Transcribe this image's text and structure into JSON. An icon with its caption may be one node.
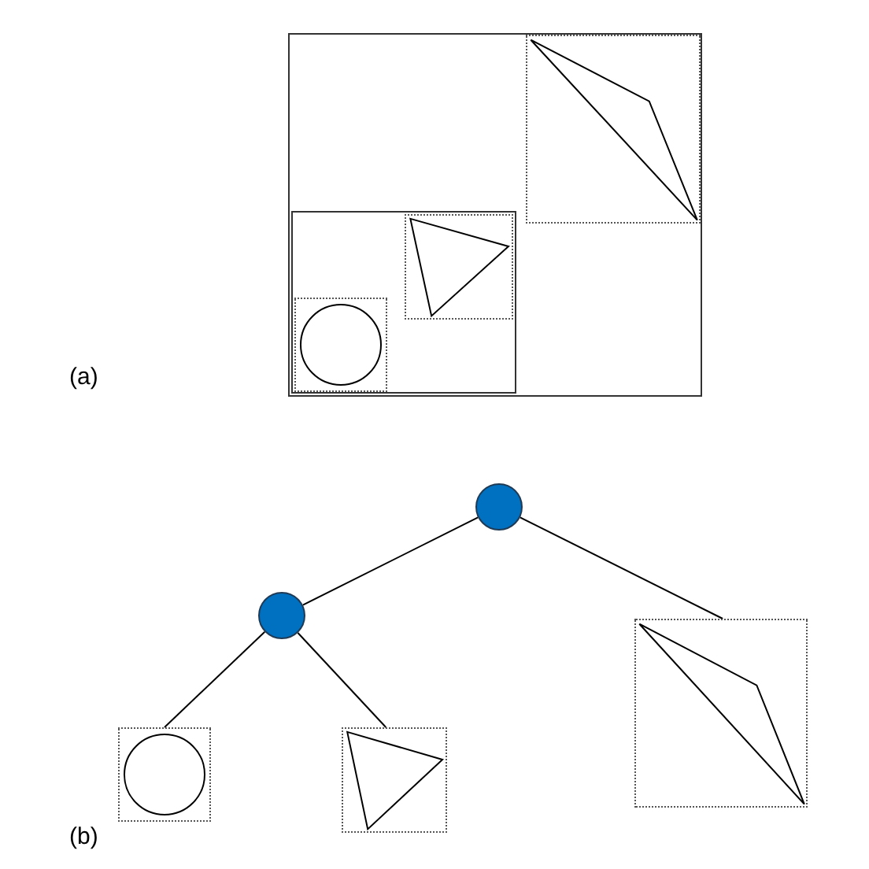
{
  "diagram": {
    "nodes": [
      {
        "text": [],
        "shape": "box"
      },
      {
        "text": [],
        "shape": "box",
        "in": 0
      },
      {
        "text": [],
        "shape": "box",
        "in": 0
      },
      {
        "text": [],
        "shape": "box",
        "in": 2
      },
      {
        "text": [],
        "shape": "box",
        "in": 2
      },
      {
        "text": [],
        "shape": "circle"
      },
      {
        "text": [],
        "shape": "circle"
      },
      {
        "text": [],
        "shape": "box"
      },
      {
        "text": [],
        "shape": "box"
      },
      {
        "text": [],
        "shape": "box"
      }
    ],
    "edges": [
      {
        "from": 5,
        "to": 6,
        "arrow": "none"
      },
      {
        "from": 5,
        "to": 9,
        "arrow": "none"
      },
      {
        "from": 6,
        "to": 7,
        "arrow": "none"
      },
      {
        "from": 6,
        "to": 8,
        "arrow": "none"
      }
    ],
    "labels": [
      "(a)",
      "(b)"
    ]
  }
}
